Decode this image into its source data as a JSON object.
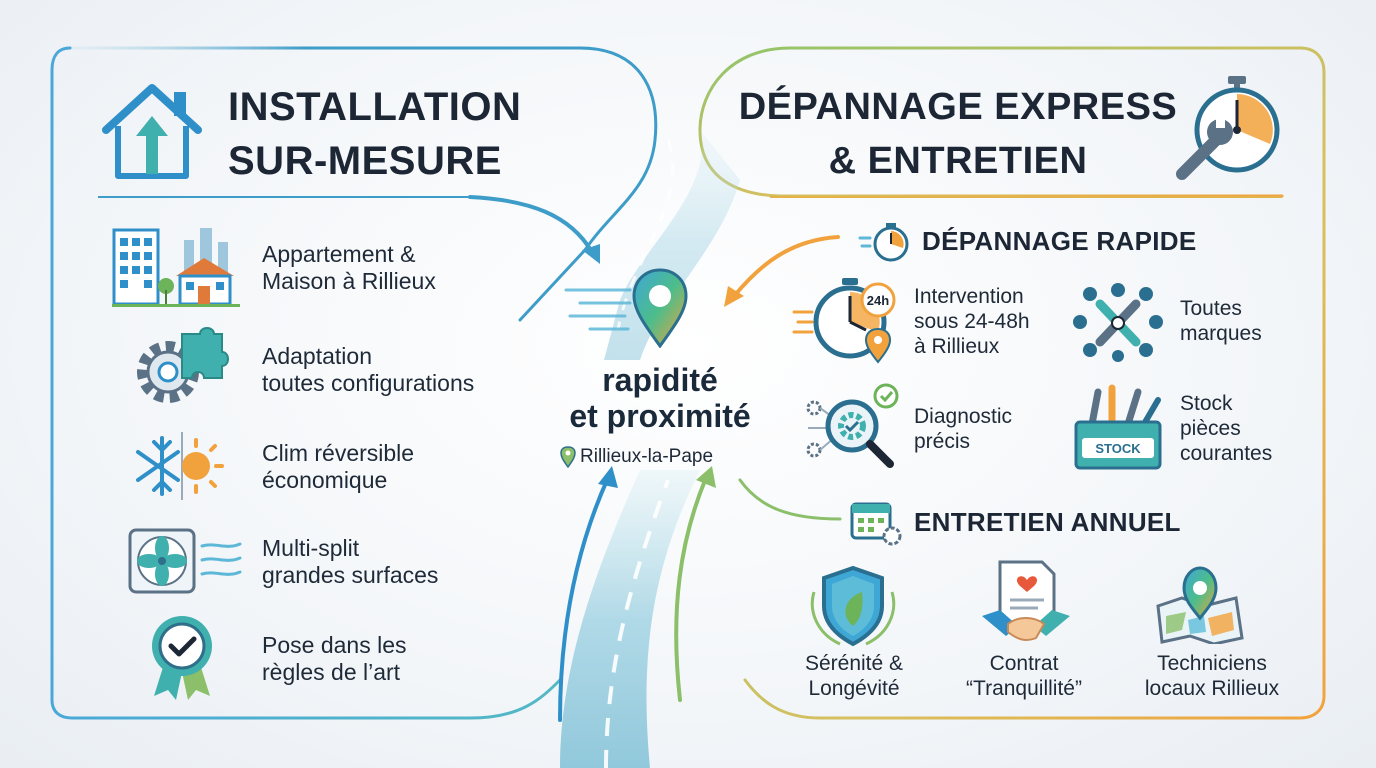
{
  "left_panel": {
    "title_line1": "INSTALLATION",
    "title_line2": "SUR-MESURE",
    "items": [
      {
        "line1": "Appartement &",
        "line2": "Maison à Rillieux",
        "icon": "building-house-icon"
      },
      {
        "line1": "Adaptation",
        "line2": "toutes configurations",
        "icon": "gear-puzzle-icon"
      },
      {
        "line1": "Clim réversible",
        "line2": "économique",
        "icon": "snow-sun-icon"
      },
      {
        "line1": "Multi-split",
        "line2": "grandes surfaces",
        "icon": "fan-unit-icon"
      },
      {
        "line1": "Pose dans les",
        "line2": "règles de l’art",
        "icon": "check-badge-icon"
      }
    ]
  },
  "center": {
    "line1": "rapidité",
    "line2": "et proximité",
    "location": "Rillieux-la-Pape",
    "icon": "map-pin-icon"
  },
  "right_panel": {
    "title_line1": "DÉPANNAGE EXPRESS",
    "title_line2": "& ENTRETIEN",
    "title_icon": "wrench-stopwatch-icon",
    "depannage": {
      "heading": "DÉPANNAGE RAPIDE",
      "items": [
        {
          "lines": [
            "Intervention",
            "sous 24-48h",
            "à Rillieux"
          ],
          "icon": "stopwatch-24h-icon",
          "badge": "24h"
        },
        {
          "lines": [
            "Toutes",
            "marques"
          ],
          "icon": "brands-tools-icon"
        },
        {
          "lines": [
            "Diagnostic",
            "précis"
          ],
          "icon": "magnifier-gear-icon"
        },
        {
          "lines": [
            "Stock",
            "pièces",
            "courantes"
          ],
          "icon": "toolbox-icon",
          "badge": "STOCK"
        }
      ]
    },
    "entretien": {
      "heading": "ENTRETIEN ANNUEL",
      "items": [
        {
          "lines": [
            "Sérénité &",
            "Longévité"
          ],
          "icon": "shield-leaf-icon"
        },
        {
          "lines": [
            "Contrat",
            "“Tranquillité”"
          ],
          "icon": "contract-handshake-icon"
        },
        {
          "lines": [
            "Techniciens",
            "locaux Rillieux"
          ],
          "icon": "map-location-icon"
        }
      ]
    }
  },
  "colors": {
    "blue": "#2f8fc9",
    "teal": "#3fb0ae",
    "green": "#8bbf6a",
    "orange": "#f2a23c",
    "dark": "#1c2634"
  }
}
